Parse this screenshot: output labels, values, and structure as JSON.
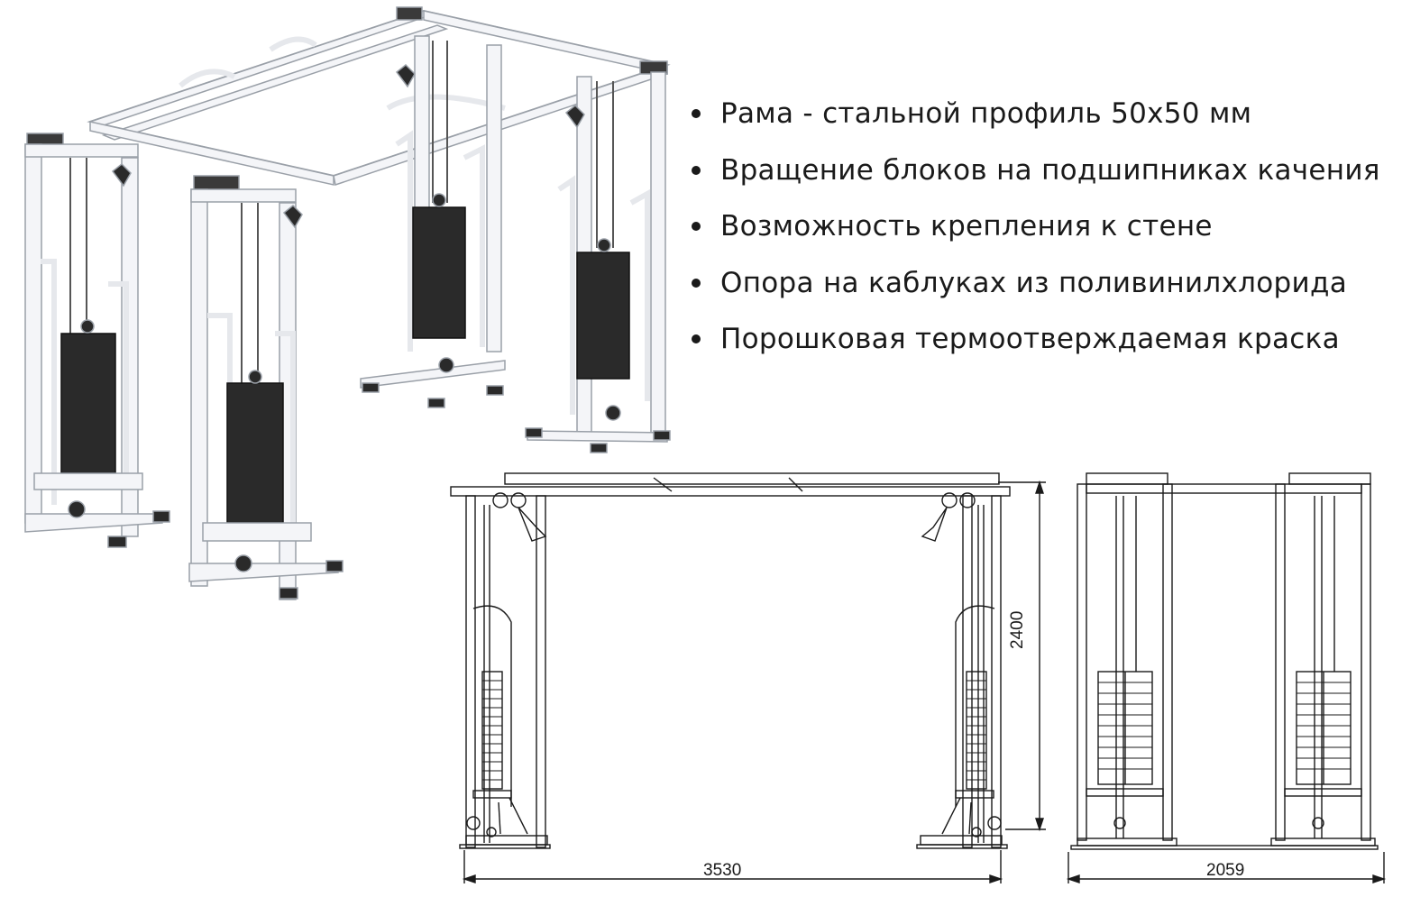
{
  "features": [
    "Рама - стальной профиль 50х50 мм",
    "Вращение блоков на подшипниках качения",
    "Возможность крепления к стене",
    "Опора на каблуках из поливинилхлорида",
    "Порошковая термоотверждаемая краска"
  ],
  "dimensions": {
    "width": "3530",
    "height": "2400",
    "depth": "2059"
  },
  "colors": {
    "frame": "#f4f5f8",
    "frame_outline": "#9aa0a8",
    "weights": "#2a2a2a",
    "lines": "#1a1a1a"
  }
}
